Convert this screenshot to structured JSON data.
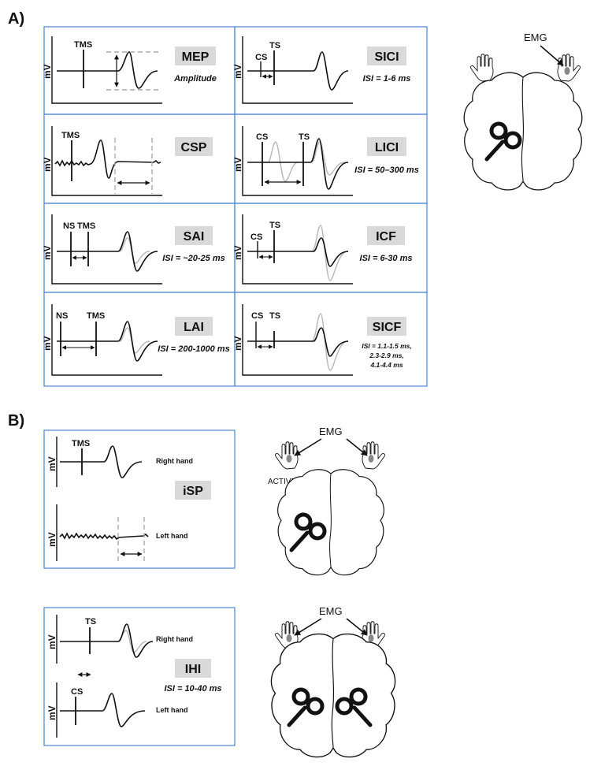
{
  "sections": {
    "a": "A)",
    "b": "B)"
  },
  "y_label": "mV",
  "panels": {
    "mep": {
      "title": "MEP",
      "isi": "Amplitude",
      "labels": [
        "TMS"
      ]
    },
    "sici": {
      "title": "SICI",
      "isi": "ISI = 1-6 ms",
      "labels": [
        "CS",
        "TS"
      ]
    },
    "csp": {
      "title": "CSP",
      "isi": "",
      "labels": [
        "TMS"
      ]
    },
    "lici": {
      "title": "LICI",
      "isi": "ISI = 50–300 ms",
      "labels": [
        "CS",
        "TS"
      ]
    },
    "sai": {
      "title": "SAI",
      "isi": "ISI = ~20-25 ms",
      "labels": [
        "NS",
        "TMS"
      ]
    },
    "icf": {
      "title": "ICF",
      "isi": "ISI = 6-30 ms",
      "labels": [
        "CS",
        "TS"
      ]
    },
    "lai": {
      "title": "LAI",
      "isi": "ISI = 200-1000 ms",
      "labels": [
        "NS",
        "TMS"
      ]
    },
    "sicf": {
      "title": "SICF",
      "isi_lines": [
        "ISI = 1.1-1.5 ms,",
        "2.3-2.9 ms,",
        "4.1-4.4 ms"
      ],
      "labels": [
        "CS",
        "TS"
      ]
    },
    "isp": {
      "title": "iSP",
      "labels": [
        "TMS"
      ],
      "right_hand": "Right hand",
      "left_hand": "Left hand"
    },
    "ihi": {
      "title": "IHI",
      "isi": "ISI = 10-40 ms",
      "labels": [
        "TS",
        "CS"
      ],
      "right_hand": "Right hand",
      "left_hand": "Left hand"
    }
  },
  "emg_label": "EMG",
  "active_label": "ACTIVE",
  "colors": {
    "box_border": "#4a86d0",
    "title_bg": "#d9d9d9",
    "ghost_wave": "#b8b8b8",
    "dashed": "#aaaaaa",
    "ink": "#111111"
  }
}
